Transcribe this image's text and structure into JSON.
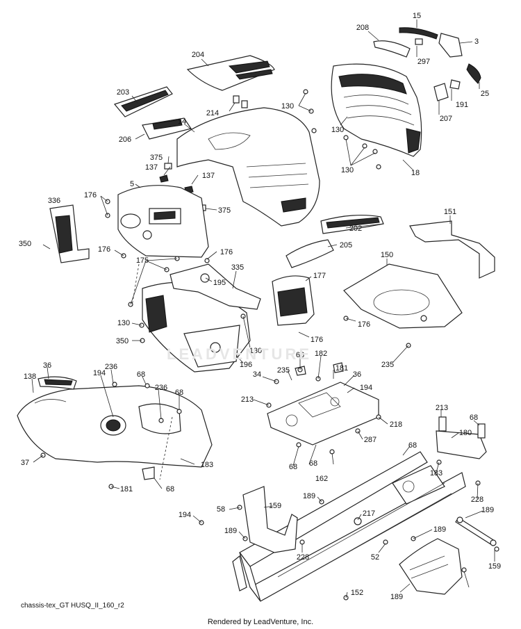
{
  "diagram_code": "chassis-tex_GT HUSQ_II_160_r2",
  "credit": "Rendered by LeadVenture, Inc.",
  "watermark": "LEADVENTURE",
  "callouts": [
    {
      "id": "15",
      "text": "15"
    },
    {
      "id": "208",
      "text": "208"
    },
    {
      "id": "3",
      "text": "3"
    },
    {
      "id": "297",
      "text": "297"
    },
    {
      "id": "25",
      "text": "25"
    },
    {
      "id": "204",
      "text": "204"
    },
    {
      "id": "203",
      "text": "203"
    },
    {
      "id": "214",
      "text": "214"
    },
    {
      "id": "130a",
      "text": "130"
    },
    {
      "id": "130b",
      "text": "130"
    },
    {
      "id": "191",
      "text": "191"
    },
    {
      "id": "207",
      "text": "207"
    },
    {
      "id": "14",
      "text": "14"
    },
    {
      "id": "206",
      "text": "206"
    },
    {
      "id": "130c",
      "text": "130"
    },
    {
      "id": "18",
      "text": "18"
    },
    {
      "id": "375a",
      "text": "375"
    },
    {
      "id": "137a",
      "text": "137"
    },
    {
      "id": "5",
      "text": "5"
    },
    {
      "id": "137b",
      "text": "137"
    },
    {
      "id": "176a",
      "text": "176"
    },
    {
      "id": "336",
      "text": "336"
    },
    {
      "id": "375b",
      "text": "375"
    },
    {
      "id": "151",
      "text": "151"
    },
    {
      "id": "202",
      "text": "202"
    },
    {
      "id": "350a",
      "text": "350"
    },
    {
      "id": "176b",
      "text": "176"
    },
    {
      "id": "205",
      "text": "205"
    },
    {
      "id": "176c",
      "text": "176"
    },
    {
      "id": "150",
      "text": "150"
    },
    {
      "id": "175",
      "text": "175"
    },
    {
      "id": "335",
      "text": "335"
    },
    {
      "id": "177",
      "text": "177"
    },
    {
      "id": "195",
      "text": "195"
    },
    {
      "id": "130d",
      "text": "130"
    },
    {
      "id": "176d",
      "text": "176"
    },
    {
      "id": "350b",
      "text": "350"
    },
    {
      "id": "176e",
      "text": "176"
    },
    {
      "id": "130e",
      "text": "130"
    },
    {
      "id": "235a",
      "text": "235"
    },
    {
      "id": "68a",
      "text": "68"
    },
    {
      "id": "182",
      "text": "182"
    },
    {
      "id": "196",
      "text": "196"
    },
    {
      "id": "36a",
      "text": "36"
    },
    {
      "id": "236a",
      "text": "236"
    },
    {
      "id": "235b",
      "text": "235"
    },
    {
      "id": "181a",
      "text": "181"
    },
    {
      "id": "138",
      "text": "138"
    },
    {
      "id": "194a",
      "text": "194"
    },
    {
      "id": "68b",
      "text": "68"
    },
    {
      "id": "34",
      "text": "34"
    },
    {
      "id": "36b",
      "text": "36"
    },
    {
      "id": "236b",
      "text": "236"
    },
    {
      "id": "194b",
      "text": "194"
    },
    {
      "id": "68c",
      "text": "68"
    },
    {
      "id": "213a",
      "text": "213"
    },
    {
      "id": "213b",
      "text": "213"
    },
    {
      "id": "68d",
      "text": "68"
    },
    {
      "id": "218",
      "text": "218"
    },
    {
      "id": "180",
      "text": "180"
    },
    {
      "id": "68e",
      "text": "68"
    },
    {
      "id": "287",
      "text": "287"
    },
    {
      "id": "37",
      "text": "37"
    },
    {
      "id": "183a",
      "text": "183"
    },
    {
      "id": "68f",
      "text": "68"
    },
    {
      "id": "68g",
      "text": "68"
    },
    {
      "id": "183b",
      "text": "183"
    },
    {
      "id": "162",
      "text": "162"
    },
    {
      "id": "181b",
      "text": "181"
    },
    {
      "id": "68h",
      "text": "68"
    },
    {
      "id": "228a",
      "text": "228"
    },
    {
      "id": "189a",
      "text": "189"
    },
    {
      "id": "58",
      "text": "58"
    },
    {
      "id": "159a",
      "text": "159"
    },
    {
      "id": "194c",
      "text": "194"
    },
    {
      "id": "217",
      "text": "217"
    },
    {
      "id": "189b",
      "text": "189"
    },
    {
      "id": "189c",
      "text": "189"
    },
    {
      "id": "189d",
      "text": "189"
    },
    {
      "id": "228b",
      "text": "228"
    },
    {
      "id": "52",
      "text": "52"
    },
    {
      "id": "159b",
      "text": "159"
    },
    {
      "id": "152",
      "text": "152"
    },
    {
      "id": "189e",
      "text": "189"
    }
  ]
}
